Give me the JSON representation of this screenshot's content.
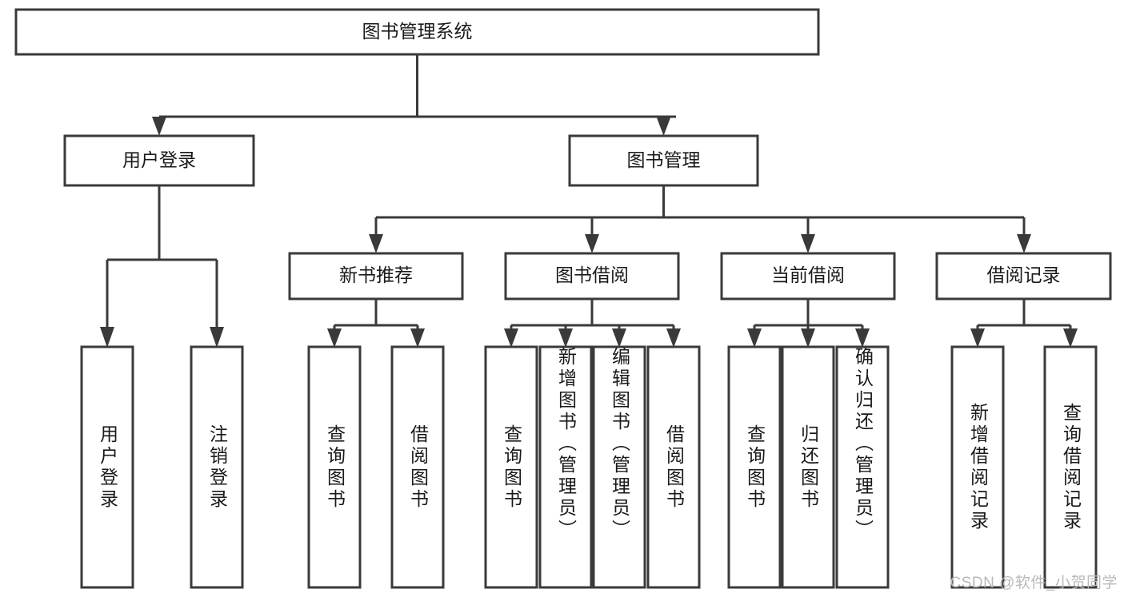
{
  "diagram": {
    "type": "tree-hierarchy",
    "title_node": {
      "id": "root",
      "label": "图书管理系统"
    },
    "level2": [
      {
        "id": "user-login",
        "label": "用户登录"
      },
      {
        "id": "book-manage",
        "label": "图书管理"
      }
    ],
    "level3": [
      {
        "id": "new-book-rec",
        "label": "新书推荐",
        "parent": "book-manage"
      },
      {
        "id": "book-borrow",
        "label": "图书借阅",
        "parent": "book-manage"
      },
      {
        "id": "current-borrow",
        "label": "当前借阅",
        "parent": "book-manage"
      },
      {
        "id": "borrow-record",
        "label": "借阅记录",
        "parent": "book-manage"
      }
    ],
    "leaves": {
      "user-login": [
        {
          "id": "leaf-user-login",
          "label": "用户登录"
        },
        {
          "id": "leaf-user-logout",
          "label": "注销登录"
        }
      ],
      "new-book-rec": [
        {
          "id": "leaf-query-book-1",
          "label": "查询图书"
        },
        {
          "id": "leaf-borrow-book-1",
          "label": "借阅图书"
        }
      ],
      "book-borrow": [
        {
          "id": "leaf-query-book-2",
          "label": "查询图书"
        },
        {
          "id": "leaf-add-book",
          "label": "新增图书（管理员）"
        },
        {
          "id": "leaf-edit-book",
          "label": "编辑图书（管理员）"
        },
        {
          "id": "leaf-borrow-book-2",
          "label": "借阅图书"
        }
      ],
      "current-borrow": [
        {
          "id": "leaf-query-book-3",
          "label": "查询图书"
        },
        {
          "id": "leaf-return-book",
          "label": "归还图书"
        },
        {
          "id": "leaf-confirm-return",
          "label": "确认归还（管理员）"
        }
      ],
      "borrow-record": [
        {
          "id": "leaf-add-record",
          "label": "新增借阅记录"
        },
        {
          "id": "leaf-query-record",
          "label": "查询借阅记录"
        }
      ]
    }
  },
  "watermark": {
    "text": "CSDN @软件_小贺同学"
  },
  "colors": {
    "box_stroke": "#3a3a3a",
    "box_fill": "#ffffff",
    "text": "#1a1a1a",
    "canvas": "#ffffff",
    "watermark": "#b9b9b9"
  }
}
